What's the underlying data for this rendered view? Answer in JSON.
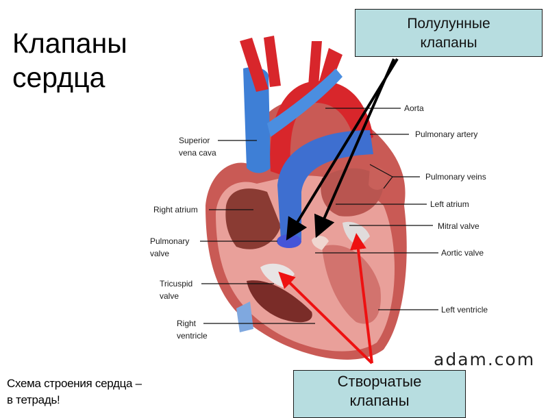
{
  "slide": {
    "title_line1": "Клапаны",
    "title_line2": "сердца",
    "note_line1": "Схема строения сердца –",
    "note_line2": "в тетрадь!"
  },
  "callouts": {
    "semilunar": {
      "line1": "Полулунные",
      "line2": "клапаны"
    },
    "atrioventricular": {
      "line1": "Створчатые",
      "line2": "клапаны"
    }
  },
  "diagram": {
    "labels_left": [
      {
        "text1": "Superior",
        "text2": "vena cava"
      },
      {
        "text1": "Right atrium"
      },
      {
        "text1": "Pulmonary",
        "text2": "valve"
      },
      {
        "text1": "Tricuspid",
        "text2": "valve"
      },
      {
        "text1": "Right",
        "text2": "ventricle"
      }
    ],
    "labels_right": [
      {
        "text": "Aorta"
      },
      {
        "text": "Pulmonary artery"
      },
      {
        "text": "Pulmonary veins"
      },
      {
        "text": "Left atrium"
      },
      {
        "text": "Mitral valve"
      },
      {
        "text": "Aortic valve"
      },
      {
        "text": "Left ventricle"
      }
    ],
    "watermark": "adam.com"
  },
  "colors": {
    "callout_bg": "#b7dde0",
    "arrow_black": "#000000",
    "arrow_red": "#ee1111",
    "vein_blue": "#3e7fd6",
    "artery_red": "#d8262b",
    "muscle_pink": "#e9a09a"
  }
}
